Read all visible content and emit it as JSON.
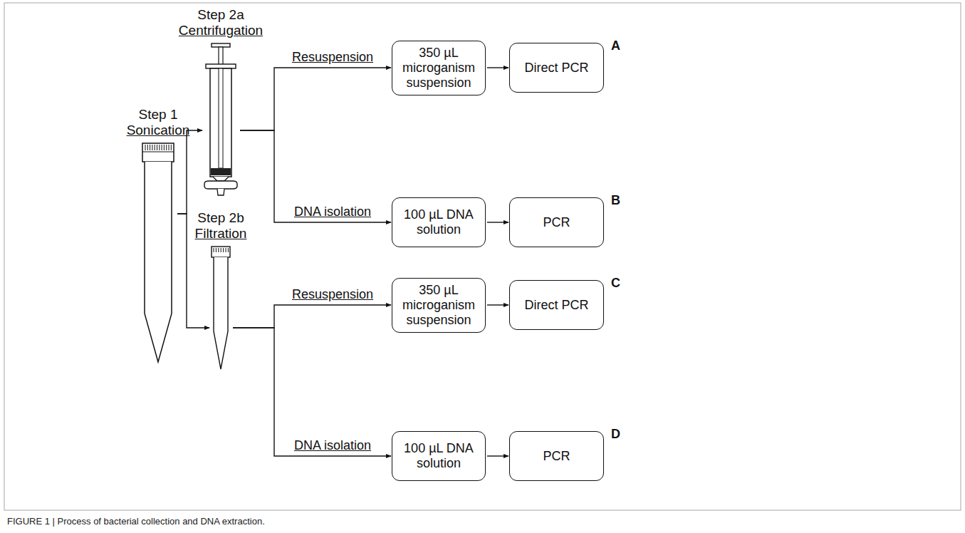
{
  "diagram": {
    "caption": "FIGURE 1 | Process of bacterial collection and DNA extraction.",
    "nodes": [
      {
        "text": [
          "Step 1",
          "Sonication"
        ]
      },
      {
        "text": [
          "Step 2a",
          "Centrifugation"
        ]
      },
      {
        "text": [
          "350 µL microganism suspension"
        ]
      },
      {
        "text": [
          "Direct PCR"
        ]
      },
      {
        "text": [
          "100 µL DNA solution"
        ]
      },
      {
        "text": [
          "PCR"
        ]
      },
      {
        "text": [
          "Step 2b",
          "Filtration"
        ]
      },
      {
        "text": [
          "350 µL microganism suspension"
        ]
      },
      {
        "text": [
          "Direct PCR"
        ]
      },
      {
        "text": [
          "100 µL DNA solution"
        ]
      },
      {
        "text": [
          "PCR"
        ]
      }
    ],
    "edges": [
      {
        "from": 0,
        "to": 1,
        "arrow": "to"
      },
      {
        "from": 0,
        "to": 6,
        "arrow": "to"
      },
      {
        "from": 1,
        "to": 2,
        "label": "Resuspension",
        "arrow": "to"
      },
      {
        "from": 2,
        "to": 3,
        "arrow": "to"
      },
      {
        "from": 1,
        "to": 4,
        "label": "DNA isolation",
        "arrow": "to"
      },
      {
        "from": 4,
        "to": 5,
        "arrow": "to"
      },
      {
        "from": 6,
        "to": 7,
        "label": "Resuspension",
        "arrow": "to"
      },
      {
        "from": 7,
        "to": 8,
        "arrow": "to"
      },
      {
        "from": 6,
        "to": 9,
        "label": "DNA isolation",
        "arrow": "to"
      },
      {
        "from": 9,
        "to": 10,
        "arrow": "to"
      }
    ],
    "labels": [
      "A",
      "B",
      "C",
      "D"
    ]
  }
}
